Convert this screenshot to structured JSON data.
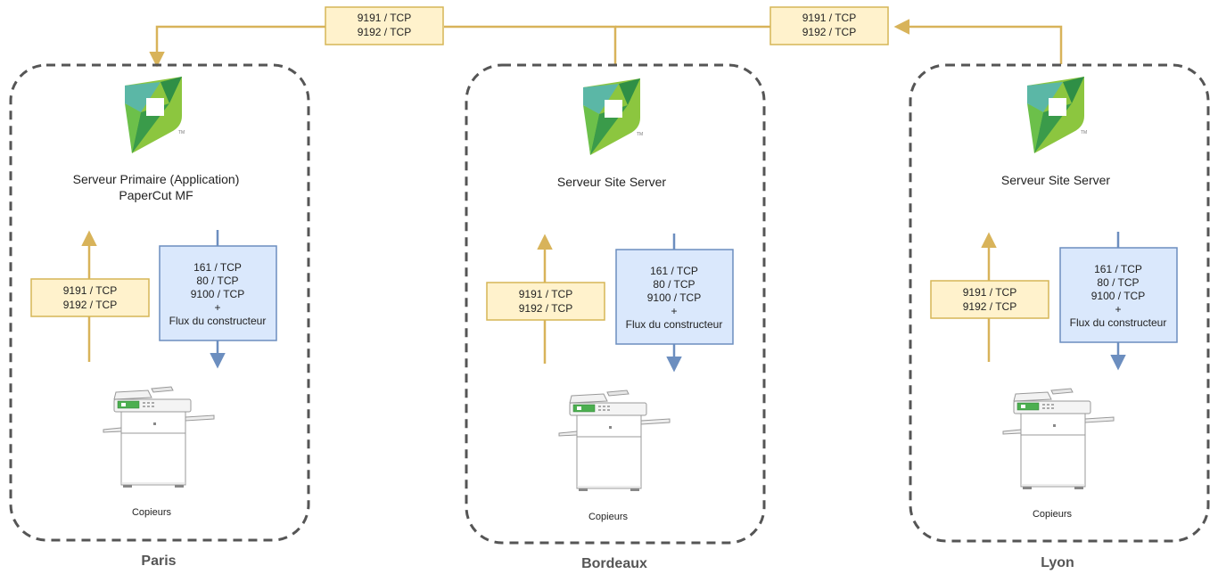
{
  "wan_links": [
    {
      "port1": "9191 / TCP",
      "port2": "9192 / TCP"
    },
    {
      "port1": "9191 / TCP",
      "port2": "9192 / TCP"
    }
  ],
  "sites": [
    {
      "city": "Paris",
      "server_line1": "Serveur Primaire (Application)",
      "server_line2": "PaperCut MF",
      "up_ports": [
        "9191 / TCP",
        "9192 / TCP"
      ],
      "down_ports": [
        "161 / TCP",
        "80 / TCP",
        "9100 / TCP",
        "+",
        "Flux du constructeur"
      ],
      "copier_label": "Copieurs"
    },
    {
      "city": "Bordeaux",
      "server_line1": "Serveur Site Server",
      "server_line2": "",
      "up_ports": [
        "9191 / TCP",
        "9192 / TCP"
      ],
      "down_ports": [
        "161 / TCP",
        "80 / TCP",
        "9100 / TCP",
        "+",
        "Flux du constructeur"
      ],
      "copier_label": "Copieurs"
    },
    {
      "city": "Lyon",
      "server_line1": "Serveur Site Server",
      "server_line2": "",
      "up_ports": [
        "9191 / TCP",
        "9192 / TCP"
      ],
      "down_ports": [
        "161 / TCP",
        "80 / TCP",
        "9100 / TCP",
        "+",
        "Flux du constructeur"
      ],
      "copier_label": "Copieurs"
    }
  ],
  "logo": {
    "icon": "papercut-logo-icon",
    "tm": "™"
  },
  "copier_icon": "multifunction-printer-icon",
  "colors": {
    "gold_stroke": "#d8b35a",
    "gold_fill": "#fff2cc",
    "blue_stroke": "#6c8ebf",
    "blue_fill": "#dae8fc",
    "site_border": "#555555",
    "logo_green": "#8cc63f",
    "logo_dark_green": "#2f8f46",
    "logo_teal": "#5bb7a6"
  }
}
